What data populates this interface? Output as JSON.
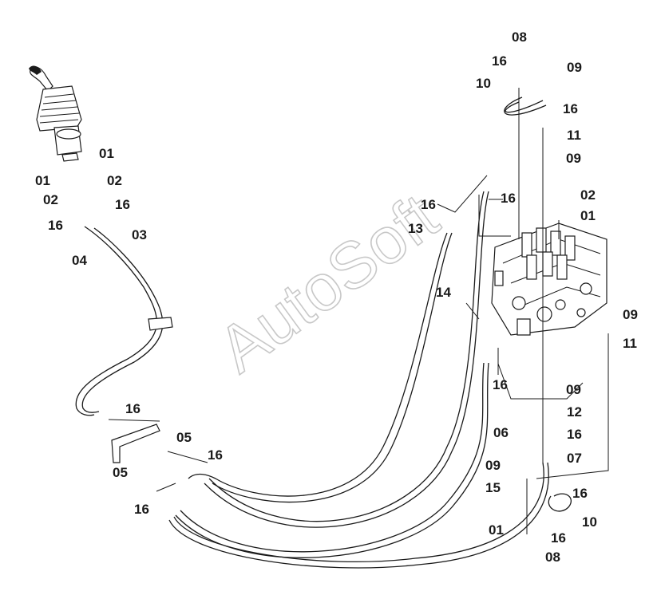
{
  "watermark": "AutoSoft",
  "labels": [
    {
      "id": "08-top",
      "text": "08"
    },
    {
      "id": "16-a",
      "text": "16"
    },
    {
      "id": "09-a",
      "text": "09"
    },
    {
      "id": "10-a",
      "text": "10"
    },
    {
      "id": "16-b",
      "text": "16"
    },
    {
      "id": "11-a",
      "text": "11"
    },
    {
      "id": "09-b",
      "text": "09"
    },
    {
      "id": "16-c",
      "text": "16"
    },
    {
      "id": "02-a",
      "text": "02"
    },
    {
      "id": "16-d",
      "text": "16"
    },
    {
      "id": "01-a",
      "text": "01"
    },
    {
      "id": "13",
      "text": "13"
    },
    {
      "id": "01-b",
      "text": "01"
    },
    {
      "id": "01-c",
      "text": "01"
    },
    {
      "id": "02-b",
      "text": "02"
    },
    {
      "id": "02-c",
      "text": "02"
    },
    {
      "id": "16-e",
      "text": "16"
    },
    {
      "id": "16-f",
      "text": "16"
    },
    {
      "id": "03",
      "text": "03"
    },
    {
      "id": "04",
      "text": "04"
    },
    {
      "id": "14",
      "text": "14"
    },
    {
      "id": "09-c",
      "text": "09"
    },
    {
      "id": "11-b",
      "text": "11"
    },
    {
      "id": "16-g",
      "text": "16"
    },
    {
      "id": "09-d",
      "text": "09"
    },
    {
      "id": "12",
      "text": "12"
    },
    {
      "id": "16-h",
      "text": "16"
    },
    {
      "id": "06",
      "text": "06"
    },
    {
      "id": "07",
      "text": "07"
    },
    {
      "id": "09-e",
      "text": "09"
    },
    {
      "id": "15",
      "text": "15"
    },
    {
      "id": "16-i",
      "text": "16"
    },
    {
      "id": "10-b",
      "text": "10"
    },
    {
      "id": "01-d",
      "text": "01"
    },
    {
      "id": "16-j",
      "text": "16"
    },
    {
      "id": "08-bottom",
      "text": "08"
    },
    {
      "id": "16-k",
      "text": "16"
    },
    {
      "id": "05-a",
      "text": "05"
    },
    {
      "id": "05-b",
      "text": "05"
    },
    {
      "id": "16-l",
      "text": "16"
    },
    {
      "id": "16-m",
      "text": "16"
    }
  ]
}
